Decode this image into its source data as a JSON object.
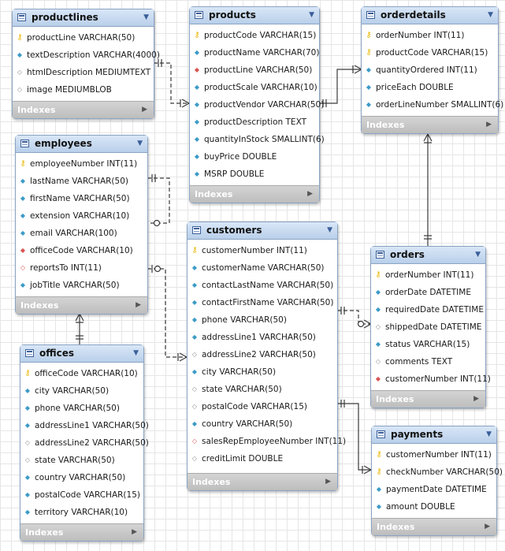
{
  "tables": {
    "productlines": {
      "name": "productlines",
      "columns": [
        {
          "text": "productLine VARCHAR(50)",
          "kind": "pk"
        },
        {
          "text": "textDescription VARCHAR(4000)",
          "kind": "nn"
        },
        {
          "text": "htmlDescription MEDIUMTEXT",
          "kind": "col"
        },
        {
          "text": "image MEDIUMBLOB",
          "kind": "col"
        }
      ],
      "footer": "Indexes"
    },
    "products": {
      "name": "products",
      "columns": [
        {
          "text": "productCode VARCHAR(15)",
          "kind": "pk"
        },
        {
          "text": "productName VARCHAR(70)",
          "kind": "nn"
        },
        {
          "text": "productLine VARCHAR(50)",
          "kind": "fk"
        },
        {
          "text": "productScale VARCHAR(10)",
          "kind": "nn"
        },
        {
          "text": "productVendor VARCHAR(50)",
          "kind": "nn"
        },
        {
          "text": "productDescription TEXT",
          "kind": "nn"
        },
        {
          "text": "quantityInStock SMALLINT(6)",
          "kind": "nn"
        },
        {
          "text": "buyPrice DOUBLE",
          "kind": "nn"
        },
        {
          "text": "MSRP DOUBLE",
          "kind": "nn"
        }
      ],
      "footer": "Indexes"
    },
    "orderdetails": {
      "name": "orderdetails",
      "columns": [
        {
          "text": "orderNumber INT(11)",
          "kind": "pk"
        },
        {
          "text": "productCode VARCHAR(15)",
          "kind": "pk"
        },
        {
          "text": "quantityOrdered INT(11)",
          "kind": "nn"
        },
        {
          "text": "priceEach DOUBLE",
          "kind": "nn"
        },
        {
          "text": "orderLineNumber SMALLINT(6)",
          "kind": "nn"
        }
      ],
      "footer": "Indexes"
    },
    "employees": {
      "name": "employees",
      "columns": [
        {
          "text": "employeeNumber INT(11)",
          "kind": "pk"
        },
        {
          "text": "lastName VARCHAR(50)",
          "kind": "nn"
        },
        {
          "text": "firstName VARCHAR(50)",
          "kind": "nn"
        },
        {
          "text": "extension VARCHAR(10)",
          "kind": "nn"
        },
        {
          "text": "email VARCHAR(100)",
          "kind": "nn"
        },
        {
          "text": "officeCode VARCHAR(10)",
          "kind": "fk"
        },
        {
          "text": "reportsTo INT(11)",
          "kind": "fk-null"
        },
        {
          "text": "jobTitle VARCHAR(50)",
          "kind": "nn"
        }
      ],
      "footer": "Indexes"
    },
    "customers": {
      "name": "customers",
      "columns": [
        {
          "text": "customerNumber INT(11)",
          "kind": "pk"
        },
        {
          "text": "customerName VARCHAR(50)",
          "kind": "nn"
        },
        {
          "text": "contactLastName VARCHAR(50)",
          "kind": "nn"
        },
        {
          "text": "contactFirstName VARCHAR(50)",
          "kind": "nn"
        },
        {
          "text": "phone VARCHAR(50)",
          "kind": "nn"
        },
        {
          "text": "addressLine1 VARCHAR(50)",
          "kind": "nn"
        },
        {
          "text": "addressLine2 VARCHAR(50)",
          "kind": "col"
        },
        {
          "text": "city VARCHAR(50)",
          "kind": "nn"
        },
        {
          "text": "state VARCHAR(50)",
          "kind": "col"
        },
        {
          "text": "postalCode VARCHAR(15)",
          "kind": "col"
        },
        {
          "text": "country VARCHAR(50)",
          "kind": "nn"
        },
        {
          "text": "salesRepEmployeeNumber INT(11)",
          "kind": "fk-null"
        },
        {
          "text": "creditLimit DOUBLE",
          "kind": "col"
        }
      ],
      "footer": "Indexes"
    },
    "orders": {
      "name": "orders",
      "columns": [
        {
          "text": "orderNumber INT(11)",
          "kind": "pk"
        },
        {
          "text": "orderDate DATETIME",
          "kind": "nn"
        },
        {
          "text": "requiredDate DATETIME",
          "kind": "nn"
        },
        {
          "text": "shippedDate DATETIME",
          "kind": "col"
        },
        {
          "text": "status VARCHAR(15)",
          "kind": "nn"
        },
        {
          "text": "comments TEXT",
          "kind": "col"
        },
        {
          "text": "customerNumber INT(11)",
          "kind": "fk"
        }
      ],
      "footer": "Indexes"
    },
    "offices": {
      "name": "offices",
      "columns": [
        {
          "text": "officeCode VARCHAR(10)",
          "kind": "pk"
        },
        {
          "text": "city VARCHAR(50)",
          "kind": "nn"
        },
        {
          "text": "phone VARCHAR(50)",
          "kind": "nn"
        },
        {
          "text": "addressLine1 VARCHAR(50)",
          "kind": "nn"
        },
        {
          "text": "addressLine2 VARCHAR(50)",
          "kind": "col"
        },
        {
          "text": "state VARCHAR(50)",
          "kind": "col"
        },
        {
          "text": "country VARCHAR(50)",
          "kind": "nn"
        },
        {
          "text": "postalCode VARCHAR(15)",
          "kind": "nn"
        },
        {
          "text": "territory VARCHAR(10)",
          "kind": "nn"
        }
      ],
      "footer": "Indexes"
    },
    "payments": {
      "name": "payments",
      "columns": [
        {
          "text": "customerNumber INT(11)",
          "kind": "pk"
        },
        {
          "text": "checkNumber VARCHAR(50)",
          "kind": "pk"
        },
        {
          "text": "paymentDate DATETIME",
          "kind": "nn"
        },
        {
          "text": "amount DOUBLE",
          "kind": "nn"
        }
      ],
      "footer": "Indexes"
    }
  },
  "icons": {
    "pk": "key-icon",
    "nn": "filled-diamond-icon",
    "fk": "red-diamond-icon",
    "col": "hollow-diamond-icon",
    "table": "table-icon",
    "collapse": "collapse-arrow-icon",
    "expand": "expand-arrow-icon"
  },
  "colors": {
    "header": "#c5d8ef",
    "border": "#8aa4c4",
    "key": "#e8b600",
    "fk": "#d9534f",
    "notnull": "#3c9bc7",
    "footer": "#c6c6c6",
    "relationship": "#3a3a3a"
  }
}
